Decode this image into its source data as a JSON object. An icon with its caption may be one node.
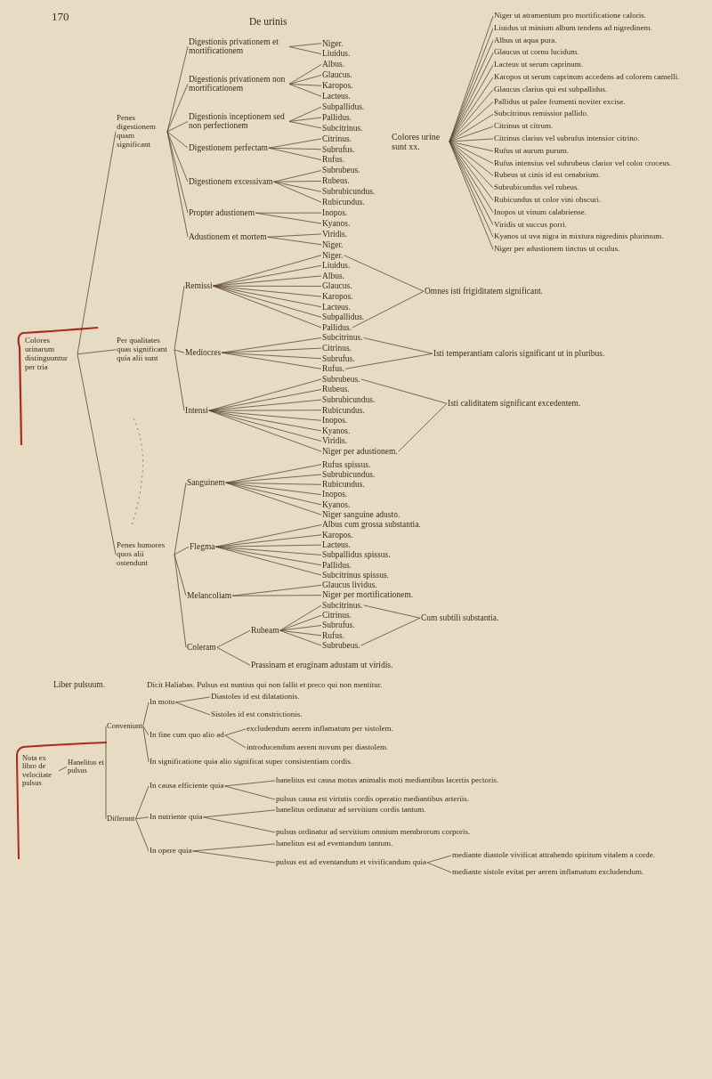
{
  "diagram": {
    "title": "De urinis",
    "nodes": [
      {
        "text": [
          "Colores urinarum distinguuntur per tria"
        ]
      },
      {
        "text": [
          "Penes digestionem quam significant"
        ]
      },
      {
        "text": [
          "Digestionis privationem et mortificationem"
        ]
      },
      {
        "text": [
          "Digestionis privationem non mortificationem"
        ]
      },
      {
        "text": [
          "Digestionis inceptionem sed non perfectionem"
        ]
      },
      {
        "text": [
          "Digestionem perfectam"
        ]
      },
      {
        "text": [
          "Digestionem excessivam"
        ]
      },
      {
        "text": [
          "Propter adustionem"
        ]
      },
      {
        "text": [
          "Adustionem et mortem"
        ]
      },
      {
        "text": [
          "Niger."
        ]
      },
      {
        "text": [
          "Liuidus."
        ]
      },
      {
        "text": [
          "Albus."
        ]
      },
      {
        "text": [
          "Glaucus."
        ]
      },
      {
        "text": [
          "Karopos."
        ]
      },
      {
        "text": [
          "Lacteus."
        ]
      },
      {
        "text": [
          "Subpallidus."
        ]
      },
      {
        "text": [
          "Pallidus."
        ]
      },
      {
        "text": [
          "Subcitrinus."
        ]
      },
      {
        "text": [
          "Citrinus."
        ]
      },
      {
        "text": [
          "Subrufus."
        ]
      },
      {
        "text": [
          "Rufus."
        ]
      },
      {
        "text": [
          "Subrubeus."
        ]
      },
      {
        "text": [
          "Rubeus."
        ]
      },
      {
        "text": [
          "Subrubicundus."
        ]
      },
      {
        "text": [
          "Rubicundus."
        ]
      },
      {
        "text": [
          "Inopos."
        ]
      },
      {
        "text": [
          "Kyanos."
        ]
      },
      {
        "text": [
          "Viridis."
        ]
      },
      {
        "text": [
          "Niger."
        ]
      },
      {
        "text": [
          "Per qualitates quas significant quia alii sunt"
        ]
      },
      {
        "text": [
          "Remissi"
        ]
      },
      {
        "text": [
          "Mediocres"
        ]
      },
      {
        "text": [
          "Intensi"
        ]
      },
      {
        "text": [
          "Niger."
        ]
      },
      {
        "text": [
          "Liuidus."
        ]
      },
      {
        "text": [
          "Albus."
        ]
      },
      {
        "text": [
          "Glaucus."
        ]
      },
      {
        "text": [
          "Karopos."
        ]
      },
      {
        "text": [
          "Lacteus."
        ]
      },
      {
        "text": [
          "Subpallidus."
        ]
      },
      {
        "text": [
          "Pallidus."
        ]
      },
      {
        "text": [
          "Subcitrinus."
        ]
      },
      {
        "text": [
          "Citrinus."
        ]
      },
      {
        "text": [
          "Subrufus."
        ]
      },
      {
        "text": [
          "Rufus."
        ]
      },
      {
        "text": [
          "Subrubeus."
        ]
      },
      {
        "text": [
          "Rubeus."
        ]
      },
      {
        "text": [
          "Subrubicundus."
        ]
      },
      {
        "text": [
          "Rubicundus."
        ]
      },
      {
        "text": [
          "Inopos."
        ]
      },
      {
        "text": [
          "Kyanos."
        ]
      },
      {
        "text": [
          "Viridis."
        ]
      },
      {
        "text": [
          "Niger per adustionem."
        ]
      },
      {
        "text": [
          "Omnes isti frigiditatem significant."
        ]
      },
      {
        "text": [
          "Isti temperantiam caloris significant ut in pluribus."
        ]
      },
      {
        "text": [
          "Isti caliditatem significant excedentem."
        ]
      },
      {
        "text": [
          "Penes humores quos alii ostendunt"
        ]
      },
      {
        "text": [
          "Sanguinem"
        ]
      },
      {
        "text": [
          "Flegma"
        ]
      },
      {
        "text": [
          "Melancoliam"
        ]
      },
      {
        "text": [
          "Coleram"
        ]
      },
      {
        "text": [
          "Rufus spissus."
        ]
      },
      {
        "text": [
          "Subrubicundus."
        ]
      },
      {
        "text": [
          "Rubicundus."
        ]
      },
      {
        "text": [
          "Inopos."
        ]
      },
      {
        "text": [
          "Kyanos."
        ]
      },
      {
        "text": [
          "Niger sanguine adusto."
        ]
      },
      {
        "text": [
          "Albus cum grossa substantia."
        ]
      },
      {
        "text": [
          "Karopos."
        ]
      },
      {
        "text": [
          "Lacteus."
        ]
      },
      {
        "text": [
          "Subpallidus spissus."
        ]
      },
      {
        "text": [
          "Pallidus."
        ]
      },
      {
        "text": [
          "Subcitrinus spissus."
        ]
      },
      {
        "text": [
          "Glaucus lividus."
        ]
      },
      {
        "text": [
          "Niger per mortificationem."
        ]
      },
      {
        "text": [
          "Rubeam"
        ]
      },
      {
        "text": [
          "Subcitrinus."
        ]
      },
      {
        "text": [
          "Citrinus."
        ]
      },
      {
        "text": [
          "Subrufus."
        ]
      },
      {
        "text": [
          "Rufus."
        ]
      },
      {
        "text": [
          "Subrubeus."
        ]
      },
      {
        "text": [
          "Cum subtili substantia."
        ]
      },
      {
        "text": [
          "Prassinam et eruginam adustam ut viridis."
        ]
      },
      {
        "text": [
          "Colores urine sunt xx."
        ]
      },
      {
        "text": [
          "Niger ut atramentum pro mortificatione caloris."
        ]
      },
      {
        "text": [
          "Liuidus ut minium album tendens ad nigredinem."
        ]
      },
      {
        "text": [
          "Albus ut aqua pura."
        ]
      },
      {
        "text": [
          "Glaucus ut cornu lucidum."
        ]
      },
      {
        "text": [
          "Lacteus ut serum caprinum."
        ]
      },
      {
        "text": [
          "Karopos ut serum caprinum accedens ad colorem camelli."
        ]
      },
      {
        "text": [
          "Glaucus clarius qui est subpallidus."
        ]
      },
      {
        "text": [
          "Pallidus ut palee frumenti noviter excise."
        ]
      },
      {
        "text": [
          "Subcitrinus remissior pallido."
        ]
      },
      {
        "text": [
          "Citrinus ut citrum."
        ]
      },
      {
        "text": [
          "Citrinus clarius vel subrufus intensior citrino."
        ]
      },
      {
        "text": [
          "Rufus ut aurum purum."
        ]
      },
      {
        "text": [
          "Rufus intensius vel subrubeus clarior vel color croceus."
        ]
      },
      {
        "text": [
          "Rubeus ut cinis id est cenabrium."
        ]
      },
      {
        "text": [
          "Subrubicundus vel rubeus."
        ]
      },
      {
        "text": [
          "Rubicundus ut color vini obscuri."
        ]
      },
      {
        "text": [
          "Inopos ut vinum calabriense."
        ]
      },
      {
        "text": [
          "Viridis ut succus porri."
        ]
      },
      {
        "text": [
          "Kyanos ut uva nigra in mixtura nigredinis plurimum."
        ]
      },
      {
        "text": [
          "Niger per adustionem tinctus ut oculus."
        ]
      },
      {
        "text": [
          "Nota ex libro de velocitate pulsus"
        ]
      },
      {
        "text": [
          "Hanelitus et pulsus"
        ]
      },
      {
        "text": [
          "Conveniunt"
        ]
      },
      {
        "text": [
          "Differunt"
        ]
      },
      {
        "text": [
          "In motu"
        ]
      },
      {
        "text": [
          "Diastoles id est dilatationis."
        ]
      },
      {
        "text": [
          "Sistoles id est constrictionis."
        ]
      },
      {
        "text": [
          "In fine cum quo alio ad"
        ]
      },
      {
        "text": [
          "excludendum aerem inflamatum per sistolem."
        ]
      },
      {
        "text": [
          "introducendum aerem novum per diastolem."
        ]
      },
      {
        "text": [
          "In significatione quia alio significat super consistentiam cordis."
        ]
      },
      {
        "text": [
          "In causa efficiente quia"
        ]
      },
      {
        "text": [
          "hanelitus est causa motus animalis moti mediantibus lacertis pectoris."
        ]
      },
      {
        "text": [
          "pulsus causa est virtutis cordis operatio mediantibus arteriis."
        ]
      },
      {
        "text": [
          "In nutriente quia"
        ]
      },
      {
        "text": [
          "hanelitus ordinatur ad servitium cordis tantum."
        ]
      },
      {
        "text": [
          "pulsus ordinatur ad servitium omnium membrorum corporis."
        ]
      },
      {
        "text": [
          "In opere quia"
        ]
      },
      {
        "text": [
          "hanelitus est ad eventandum tantum."
        ]
      },
      {
        "text": [
          "pulsus est ad eventandum et vivificandum quia"
        ]
      },
      {
        "text": [
          "mediante diastole vivificat attrahendo spiritum vitalem a corde."
        ]
      },
      {
        "text": [
          "mediante sistole evitat per aerem inflamatum excludendum."
        ]
      }
    ],
    "edges": [
      {
        "from": 0,
        "to": 1,
        "arrow": "none"
      },
      {
        "from": 1,
        "to": 2,
        "arrow": "none"
      },
      {
        "from": 1,
        "to": 3,
        "arrow": "none"
      },
      {
        "from": 1,
        "to": 4,
        "arrow": "none"
      },
      {
        "from": 1,
        "to": 5,
        "arrow": "none"
      },
      {
        "from": 1,
        "to": 6,
        "arrow": "none"
      },
      {
        "from": 1,
        "to": 7,
        "arrow": "none"
      },
      {
        "from": 1,
        "to": 8,
        "arrow": "none"
      },
      {
        "from": 2,
        "to": 9,
        "arrow": "none"
      },
      {
        "from": 2,
        "to": 10,
        "arrow": "none"
      },
      {
        "from": 3,
        "to": 11,
        "arrow": "none"
      },
      {
        "from": 3,
        "to": 12,
        "arrow": "none"
      },
      {
        "from": 3,
        "to": 13,
        "arrow": "none"
      },
      {
        "from": 3,
        "to": 14,
        "arrow": "none"
      },
      {
        "from": 4,
        "to": 15,
        "arrow": "none"
      },
      {
        "from": 4,
        "to": 16,
        "arrow": "none"
      },
      {
        "from": 4,
        "to": 17,
        "arrow": "none"
      },
      {
        "from": 5,
        "to": 18,
        "arrow": "none"
      },
      {
        "from": 5,
        "to": 19,
        "arrow": "none"
      },
      {
        "from": 5,
        "to": 20,
        "arrow": "none"
      },
      {
        "from": 6,
        "to": 21,
        "arrow": "none"
      },
      {
        "from": 6,
        "to": 22,
        "arrow": "none"
      },
      {
        "from": 6,
        "to": 23,
        "arrow": "none"
      },
      {
        "from": 6,
        "to": 24,
        "arrow": "none"
      },
      {
        "from": 7,
        "to": 25,
        "arrow": "none"
      },
      {
        "from": 7,
        "to": 26,
        "arrow": "none"
      },
      {
        "from": 8,
        "to": 27,
        "arrow": "none"
      },
      {
        "from": 8,
        "to": 28,
        "arrow": "none"
      },
      {
        "from": 0,
        "to": 29,
        "arrow": "none"
      },
      {
        "from": 29,
        "to": 30,
        "arrow": "none"
      },
      {
        "from": 29,
        "to": 31,
        "arrow": "none"
      },
      {
        "from": 29,
        "to": 32,
        "arrow": "none"
      },
      {
        "from": 30,
        "to": 33,
        "arrow": "none"
      },
      {
        "from": 30,
        "to": 34,
        "arrow": "none"
      },
      {
        "from": 30,
        "to": 35,
        "arrow": "none"
      },
      {
        "from": 30,
        "to": 36,
        "arrow": "none"
      },
      {
        "from": 30,
        "to": 37,
        "arrow": "none"
      },
      {
        "from": 30,
        "to": 38,
        "arrow": "none"
      },
      {
        "from": 30,
        "to": 39,
        "arrow": "none"
      },
      {
        "from": 30,
        "to": 40,
        "arrow": "none"
      },
      {
        "from": 31,
        "to": 41,
        "arrow": "none"
      },
      {
        "from": 31,
        "to": 42,
        "arrow": "none"
      },
      {
        "from": 31,
        "to": 43,
        "arrow": "none"
      },
      {
        "from": 31,
        "to": 44,
        "arrow": "none"
      },
      {
        "from": 32,
        "to": 45,
        "arrow": "none"
      },
      {
        "from": 32,
        "to": 46,
        "arrow": "none"
      },
      {
        "from": 32,
        "to": 47,
        "arrow": "none"
      },
      {
        "from": 32,
        "to": 48,
        "arrow": "none"
      },
      {
        "from": 32,
        "to": 49,
        "arrow": "none"
      },
      {
        "from": 32,
        "to": 50,
        "arrow": "none"
      },
      {
        "from": 32,
        "to": 51,
        "arrow": "none"
      },
      {
        "from": 32,
        "to": 52,
        "arrow": "none"
      },
      {
        "from": 33,
        "to": 53,
        "arrow": "none"
      },
      {
        "from": 40,
        "to": 53,
        "arrow": "none"
      },
      {
        "from": 41,
        "to": 54,
        "arrow": "none"
      },
      {
        "from": 44,
        "to": 54,
        "arrow": "none"
      },
      {
        "from": 45,
        "to": 55,
        "arrow": "none"
      },
      {
        "from": 52,
        "to": 55,
        "arrow": "none"
      },
      {
        "from": 0,
        "to": 56,
        "arrow": "none"
      },
      {
        "from": 56,
        "to": 57,
        "arrow": "none"
      },
      {
        "from": 56,
        "to": 58,
        "arrow": "none"
      },
      {
        "from": 56,
        "to": 59,
        "arrow": "none"
      },
      {
        "from": 56,
        "to": 60,
        "arrow": "none"
      },
      {
        "from": 57,
        "to": 61,
        "arrow": "none"
      },
      {
        "from": 57,
        "to": 62,
        "arrow": "none"
      },
      {
        "from": 57,
        "to": 63,
        "arrow": "none"
      },
      {
        "from": 57,
        "to": 64,
        "arrow": "none"
      },
      {
        "from": 57,
        "to": 65,
        "arrow": "none"
      },
      {
        "from": 57,
        "to": 66,
        "arrow": "none"
      },
      {
        "from": 58,
        "to": 67,
        "arrow": "none"
      },
      {
        "from": 58,
        "to": 68,
        "arrow": "none"
      },
      {
        "from": 58,
        "to": 69,
        "arrow": "none"
      },
      {
        "from": 58,
        "to": 70,
        "arrow": "none"
      },
      {
        "from": 58,
        "to": 71,
        "arrow": "none"
      },
      {
        "from": 58,
        "to": 72,
        "arrow": "none"
      },
      {
        "from": 59,
        "to": 73,
        "arrow": "none"
      },
      {
        "from": 59,
        "to": 74,
        "arrow": "none"
      },
      {
        "from": 60,
        "to": 75,
        "arrow": "none"
      },
      {
        "from": 75,
        "to": 76,
        "arrow": "none"
      },
      {
        "from": 75,
        "to": 77,
        "arrow": "none"
      },
      {
        "from": 75,
        "to": 78,
        "arrow": "none"
      },
      {
        "from": 75,
        "to": 79,
        "arrow": "none"
      },
      {
        "from": 75,
        "to": 80,
        "arrow": "none"
      },
      {
        "from": 76,
        "to": 81,
        "arrow": "none"
      },
      {
        "from": 80,
        "to": 81,
        "arrow": "none"
      },
      {
        "from": 60,
        "to": 82,
        "arrow": "none"
      },
      {
        "from": 83,
        "to": 84,
        "arrow": "none"
      },
      {
        "from": 83,
        "to": 85,
        "arrow": "none"
      },
      {
        "from": 83,
        "to": 86,
        "arrow": "none"
      },
      {
        "from": 83,
        "to": 87,
        "arrow": "none"
      },
      {
        "from": 83,
        "to": 88,
        "arrow": "none"
      },
      {
        "from": 83,
        "to": 89,
        "arrow": "none"
      },
      {
        "from": 83,
        "to": 90,
        "arrow": "none"
      },
      {
        "from": 83,
        "to": 91,
        "arrow": "none"
      },
      {
        "from": 83,
        "to": 92,
        "arrow": "none"
      },
      {
        "from": 83,
        "to": 93,
        "arrow": "none"
      },
      {
        "from": 83,
        "to": 94,
        "arrow": "none"
      },
      {
        "from": 83,
        "to": 95,
        "arrow": "none"
      },
      {
        "from": 83,
        "to": 96,
        "arrow": "none"
      },
      {
        "from": 83,
        "to": 97,
        "arrow": "none"
      },
      {
        "from": 83,
        "to": 98,
        "arrow": "none"
      },
      {
        "from": 83,
        "to": 99,
        "arrow": "none"
      },
      {
        "from": 83,
        "to": 100,
        "arrow": "none"
      },
      {
        "from": 83,
        "to": 101,
        "arrow": "none"
      },
      {
        "from": 83,
        "to": 102,
        "arrow": "none"
      },
      {
        "from": 83,
        "to": 103,
        "arrow": "none"
      },
      {
        "from": 104,
        "to": 105,
        "arrow": "none"
      },
      {
        "from": 105,
        "to": 106,
        "arrow": "none"
      },
      {
        "from": 105,
        "to": 107,
        "arrow": "none"
      },
      {
        "from": 106,
        "to": 108,
        "arrow": "none"
      },
      {
        "from": 106,
        "to": 111,
        "arrow": "none"
      },
      {
        "from": 106,
        "to": 114,
        "arrow": "none"
      },
      {
        "from": 108,
        "to": 109,
        "arrow": "none"
      },
      {
        "from": 108,
        "to": 110,
        "arrow": "none"
      },
      {
        "from": 111,
        "to": 112,
        "arrow": "none"
      },
      {
        "from": 111,
        "to": 113,
        "arrow": "none"
      },
      {
        "from": 107,
        "to": 115,
        "arrow": "none"
      },
      {
        "from": 107,
        "to": 118,
        "arrow": "none"
      },
      {
        "from": 107,
        "to": 121,
        "arrow": "none"
      },
      {
        "from": 115,
        "to": 116,
        "arrow": "none"
      },
      {
        "from": 115,
        "to": 117,
        "arrow": "none"
      },
      {
        "from": 118,
        "to": 119,
        "arrow": "none"
      },
      {
        "from": 118,
        "to": 120,
        "arrow": "none"
      },
      {
        "from": 121,
        "to": 122,
        "arrow": "none"
      },
      {
        "from": 121,
        "to": 123,
        "arrow": "none"
      },
      {
        "from": 123,
        "to": 124,
        "arrow": "none"
      },
      {
        "from": 123,
        "to": 125,
        "arrow": "none"
      }
    ],
    "labels": [
      "170",
      "Liber pulsuum.",
      "Dicit Haliabas. Pulsus est nuntius qui non fallit et preco qui non mentitur."
    ]
  }
}
